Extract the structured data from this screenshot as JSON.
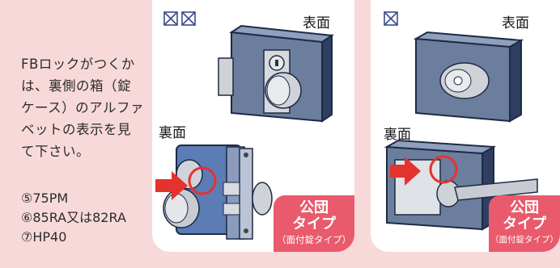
{
  "instructions": {
    "paragraph": "FBロックがつくかは、裏側の箱（錠ケース）のアルファベットの表示を見て下さい。",
    "models": [
      "⑤75PM",
      "⑥85RA又は82RA",
      "⑦HP40"
    ]
  },
  "panel_left": {
    "front_label": "表面",
    "back_label": "裏面",
    "checkbox_count": 2,
    "badge": {
      "line1": "公団",
      "line2": "タイプ",
      "line3": "（面付錠タイプ）"
    }
  },
  "panel_right": {
    "front_label": "表面",
    "back_label": "裏面",
    "checkbox_count": 1,
    "badge": {
      "line1": "公団",
      "line2": "タイプ",
      "line3": "（面付錠タイプ）"
    }
  },
  "colors": {
    "background": "#f8d9da",
    "badge": "#e95a6c",
    "arrow": "#e6322d",
    "highlight": "#e6322d",
    "box": "#2b3d63"
  }
}
